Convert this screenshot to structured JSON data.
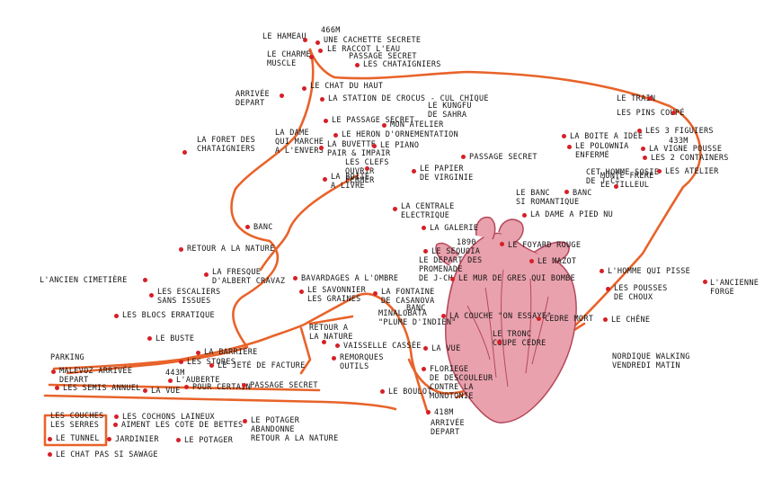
{
  "colors": {
    "route": "#e8632a",
    "dot": "#d61f26",
    "ink": "#141414",
    "heart_fill": "#e9a1ad",
    "heart_dark": "#b5495c"
  },
  "heart": {
    "icon": "anatomical-heart-icon"
  },
  "places": [
    {
      "id": "le-hameau",
      "text": "LE HAMEAU"
    },
    {
      "id": "alt-466",
      "text": "466M"
    },
    {
      "id": "cachette",
      "text": "UNE CACHETTE SECRETE"
    },
    {
      "id": "raccourci",
      "text": "LE RACCOT L'EAU"
    },
    {
      "id": "charme",
      "text": "LE CHARME\nMUSCLE"
    },
    {
      "id": "passage-1",
      "text": "PASSAGE SECRET"
    },
    {
      "id": "chataigniers-1",
      "text": "LES CHATAIGNIERS"
    },
    {
      "id": "chat-haut",
      "text": "LE CHAT DU HAUT"
    },
    {
      "id": "arrivee-depart-1",
      "text": "ARRIVÉE\nDEPART"
    },
    {
      "id": "crocus",
      "text": "LA STATION DE CROCUS - CUL CHIQUE"
    },
    {
      "id": "kungfu",
      "text": "LE KUNGFU\nDE SAHRA"
    },
    {
      "id": "passage-2",
      "text": "LE PASSAGE SECRET"
    },
    {
      "id": "monatelier",
      "text": "MON ATELIER"
    },
    {
      "id": "heron",
      "text": "LE HERON D'ORNEMENTATION"
    },
    {
      "id": "buvette",
      "text": "LA BUVETTE\nPAIR & IMPAIR"
    },
    {
      "id": "piano",
      "text": "LE PIANO"
    },
    {
      "id": "foret-chataigniers",
      "text": "LA FORET DES\nCHATAIGNIERS"
    },
    {
      "id": "dame-marche",
      "text": "LA DAME\nQUI MARCHE\nA L'ENVERS"
    },
    {
      "id": "clefs",
      "text": "LES CLEFS\nOUVRIR\nFERMER"
    },
    {
      "id": "boite-livre",
      "text": "LA BOITE\nA LIVRE"
    },
    {
      "id": "papier-virginie",
      "text": "LE PAPIER\nDE VIRGINIE"
    },
    {
      "id": "passage-3",
      "text": "PASSAGE SECRET"
    },
    {
      "id": "le-train",
      "text": "LE TRAIN"
    },
    {
      "id": "pins-coupe",
      "text": "LES PINS COUPÉ"
    },
    {
      "id": "trois-figuiers",
      "text": "LES 3 FIGUIERS"
    },
    {
      "id": "alt-433-r",
      "text": "433M"
    },
    {
      "id": "vigne-pousse",
      "text": "LA VIGNE POUSSE"
    },
    {
      "id": "containers",
      "text": "LES 2 CONTAINERS"
    },
    {
      "id": "boite-idee",
      "text": "LA BOITE A IDÉE"
    },
    {
      "id": "paulownia",
      "text": "LE POLOWNIA\nENFERMÉ"
    },
    {
      "id": "homme-sosie",
      "text": "CET HOMME SOSIE\nDE J-C\""
    },
    {
      "id": "monte-frere",
      "text": "MONTE FRERE\nLE TILLEUL"
    },
    {
      "id": "les-atelier",
      "text": "LES ATELIER"
    },
    {
      "id": "banc-romantique",
      "text": "LE BANC\nSI ROMANTIQUE"
    },
    {
      "id": "banc-right",
      "text": "BANC"
    },
    {
      "id": "dame-pied-nu",
      "text": "LA DAME A PIED NU"
    },
    {
      "id": "centrale",
      "text": "LA CENTRALE\nELECTRIQUE"
    },
    {
      "id": "galerie",
      "text": "LA GALERIE"
    },
    {
      "id": "year-1890",
      "text": "1890"
    },
    {
      "id": "sequoia",
      "text": "LE SEQUOIA"
    },
    {
      "id": "foyard-rouge",
      "text": "LE FOYARD ROUGE"
    },
    {
      "id": "depart-promenade",
      "text": "LE DEPART DES\nPROMENADE\nDE J-CH"
    },
    {
      "id": "mazot",
      "text": "LE MAZOT"
    },
    {
      "id": "banc-left",
      "text": "BANC"
    },
    {
      "id": "retour-nature-1",
      "text": "RETOUR A LA NATURE"
    },
    {
      "id": "ancien-cimetiere",
      "text": "L'ANCIEN CIMETIÈRE"
    },
    {
      "id": "fresque",
      "text": "LA FRESQUE\nD'ALBERT CRAVAZ"
    },
    {
      "id": "escaliers",
      "text": "LES ESCALIERS\nSANS ISSUES"
    },
    {
      "id": "bavardages",
      "text": "BAVARDAGES A L'OMBRE"
    },
    {
      "id": "savonnier",
      "text": "LE SAVONNIER\nLES GRAINES"
    },
    {
      "id": "fontaine",
      "text": "LA FONTAINE\nDE CASANOVA"
    },
    {
      "id": "banc-mid",
      "text": "BANC"
    },
    {
      "id": "minalobata",
      "text": "MINALOBATA\n\"PLUME D'INDIEN\""
    },
    {
      "id": "mur-gres",
      "text": "LE MUR DE GRES QUI BOMBE"
    },
    {
      "id": "couche-essaye",
      "text": "LA COUCHE \"ON ESSAYE\""
    },
    {
      "id": "cedre-mort",
      "text": "CEDRE MORT"
    },
    {
      "id": "tronc-cedre",
      "text": "LE TRONC\nCOUPE CEDRE"
    },
    {
      "id": "homme-pisse",
      "text": "L'HOMME QUI PISSE"
    },
    {
      "id": "ancienne-forge",
      "text": "L'ANCIENNE\nFORGE"
    },
    {
      "id": "pousses-choux",
      "text": "LES POUSSES\nDE CHOUX"
    },
    {
      "id": "le-chene",
      "text": "LE CHÊNE"
    },
    {
      "id": "blocs-erratique",
      "text": "LES BLOCS ERRATIQUE"
    },
    {
      "id": "retour-nature-2",
      "text": "RETOUR A\nLA NATURE"
    },
    {
      "id": "le-buste",
      "text": "LE BUSTE"
    },
    {
      "id": "vaisselle",
      "text": "VAISSELLE CASSÉE"
    },
    {
      "id": "la-vue-mid",
      "text": "LA VUE"
    },
    {
      "id": "barriere",
      "text": "LA BARRIERE"
    },
    {
      "id": "les-stores",
      "text": "LES STORES"
    },
    {
      "id": "parking",
      "text": "PARKING"
    },
    {
      "id": "malevoz",
      "text": "MALEVOZ ARRIVÉE\nDEPART"
    },
    {
      "id": "alt-443",
      "text": "443M"
    },
    {
      "id": "jete-facture",
      "text": "LE JETÉ DE FACTURE"
    },
    {
      "id": "remorques",
      "text": "REMORQUES\nOUTILS"
    },
    {
      "id": "nordique",
      "text": "NORDIQUE WALKING\nVENDREDI MATIN"
    },
    {
      "id": "auberte",
      "text": "L'AUBERTE"
    },
    {
      "id": "pour-certain",
      "text": "POUR CERTAIN"
    },
    {
      "id": "passage-4",
      "text": "PASSAGE SECRET"
    },
    {
      "id": "semis-annuel",
      "text": "LES SEMIS ANNUEL"
    },
    {
      "id": "la-vue-low",
      "text": "LA VUE"
    },
    {
      "id": "floriege",
      "text": "FLORIEGE\nDE DESCOULEUR\nCONTRE LA\nMONOTONIE"
    },
    {
      "id": "le-boulot",
      "text": "LE BOULOT"
    },
    {
      "id": "couches-serres",
      "text": "LES COUCHES\nLES SERRES"
    },
    {
      "id": "cochons",
      "text": "LES COCHONS LAINEUX"
    },
    {
      "id": "cote-bettes",
      "text": "AIMENT LES COTE DE BETTES"
    },
    {
      "id": "potager-abandonne",
      "text": "LE POTAGER\nABANDONNE\nRETOUR A LA NATURE"
    },
    {
      "id": "alt-418",
      "text": "418M"
    },
    {
      "id": "arrivee-depart-2",
      "text": "ARRIVÉE\nDEPART"
    },
    {
      "id": "tunnel",
      "text": "LE TUNNEL"
    },
    {
      "id": "jardinier",
      "text": "JARDINIER"
    },
    {
      "id": "le-potager",
      "text": "LE POTAGER"
    },
    {
      "id": "chat-sauvage",
      "text": "LE CHAT PAS SI SAWAGE"
    }
  ]
}
